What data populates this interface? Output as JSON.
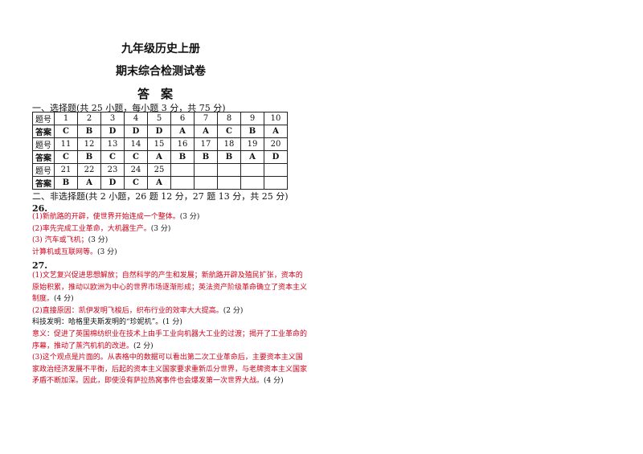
{
  "title": {
    "line1": "九年级历史上册",
    "line2": "期末综合检测试卷",
    "line3": "答案"
  },
  "section1": {
    "heading": "一、选择题(共 25 小题，每小题 3 分，共 75 分)"
  },
  "table": {
    "rows": [
      {
        "label": "题号",
        "cells": [
          "1",
          "2",
          "3",
          "4",
          "5",
          "6",
          "7",
          "8",
          "9",
          "10"
        ]
      },
      {
        "label": "答案",
        "cells": [
          "C",
          "B",
          "D",
          "D",
          "D",
          "A",
          "A",
          "C",
          "B",
          "A"
        ]
      },
      {
        "label": "题号",
        "cells": [
          "11",
          "12",
          "13",
          "14",
          "15",
          "16",
          "17",
          "18",
          "19",
          "20"
        ]
      },
      {
        "label": "答案",
        "cells": [
          "C",
          "B",
          "C",
          "C",
          "A",
          "B",
          "B",
          "B",
          "A",
          "D"
        ]
      },
      {
        "label": "题号",
        "cells": [
          "21",
          "22",
          "23",
          "24",
          "25",
          "",
          "",
          "",
          "",
          ""
        ]
      },
      {
        "label": "答案",
        "cells": [
          "B",
          "A",
          "D",
          "C",
          "A",
          "",
          "",
          "",
          "",
          ""
        ]
      }
    ]
  },
  "section2": {
    "heading": "二、非选择题(共 2 小题，26 题 12 分，27 题 13 分，共 25 分)"
  },
  "q26": {
    "number": "26.",
    "lines": [
      {
        "text": "(1)新航路的开辟，使世界开始连成一个整体。",
        "points": "(3 分)"
      },
      {
        "text": "  (2)率先完成工业革命，大机器生产。",
        "points": "(3 分)"
      },
      {
        "text": "  (3) 汽车或飞机；",
        "points": "(3 分)"
      },
      {
        "text": "计算机或互联网等。",
        "points": "(3 分)"
      }
    ]
  },
  "q27": {
    "number": "27.",
    "lines": [
      {
        "text": "(1)文艺复兴促进思想解放；自然科学的产生和发展；新航路开辟及殖民扩张，资本的",
        "points": ""
      },
      {
        "text": "原始积累，推动以欧洲为中心的世界市场逐渐形成；英法资产阶级革命确立了资本主义",
        "points": ""
      },
      {
        "text": "制度。",
        "points": "(4 分)"
      },
      {
        "text": "  (2)直接原因：凯伊发明飞梭后，织布行业的效率大大提高。",
        "points": "(2 分)"
      },
      {
        "text": "科技发明：哈格里夫斯发明的“珍妮机”。",
        "points": "(1 分)"
      },
      {
        "text": "意义：促进了英国棉纺织业在技术上由手工业向机器大工业的过渡；揭开了工业革命的",
        "points": ""
      },
      {
        "text": "序幕，推动了蒸汽机机的改进。",
        "points": "(2 分)"
      },
      {
        "text": "(3)这个观点是片面的。从表格中的数据可以看出第二次工业革命后，主要资本主义国",
        "points": ""
      },
      {
        "text": "家政治经济发展不平衡，后起的资本主义国家要求重新瓜分世界，与老牌资本主义国家",
        "points": ""
      },
      {
        "text": "矛盾不断加深。因此，即使没有萨拉热窝事件也会爆发第一次世界大战。",
        "points": "(4 分)"
      }
    ]
  }
}
